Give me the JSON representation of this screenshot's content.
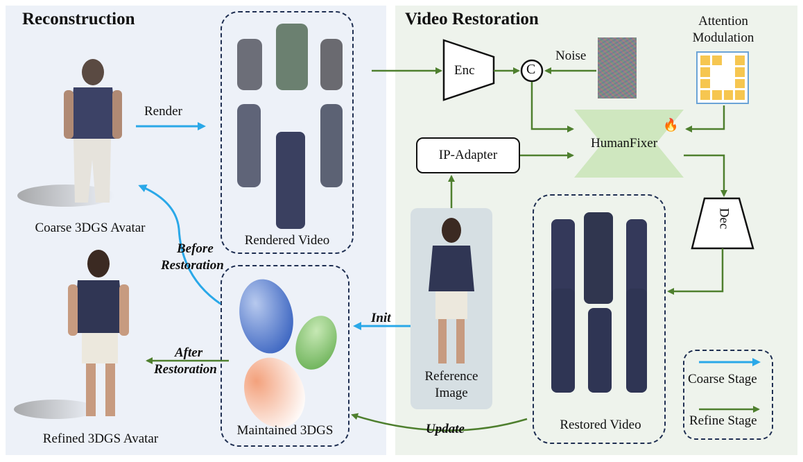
{
  "reconstruction": {
    "title": "Reconstruction",
    "coarse_avatar_label": "Coarse 3DGS Avatar",
    "refined_avatar_label": "Refined 3DGS Avatar",
    "render_label": "Render",
    "rendered_video_label": "Rendered Video",
    "before_label_line1": "Before",
    "before_label_line2": "Restoration",
    "after_label_line1": "After",
    "after_label_line2": "Restoration",
    "maintained_label": "Maintained 3DGS",
    "init_label": "Init",
    "update_label": "Update"
  },
  "restoration": {
    "title": "Video Restoration",
    "enc_label": "Enc",
    "dec_label": "Dec",
    "concat_symbol": "C",
    "noise_label": "Noise",
    "attention_line1": "Attention",
    "attention_line2": "Modulation",
    "humanfixer_label": "HumanFixer",
    "ip_adapter_label": "IP-Adapter",
    "reference_line1": "Reference",
    "reference_line2": "Image",
    "restored_video_label": "Restored Video",
    "fire_icon_glyph": "🔥"
  },
  "legend": {
    "coarse_label": "Coarse Stage",
    "refine_label": "Refine Stage"
  },
  "colors": {
    "coarse_arrow": "#2aa8e8",
    "refine_arrow": "#4e7f2e",
    "dashed_border": "#1f2f52",
    "humanfixer_fill": "#cfe7bf",
    "left_panel_bg": "#edf1f8",
    "right_panel_bg": "#eef3ec"
  }
}
